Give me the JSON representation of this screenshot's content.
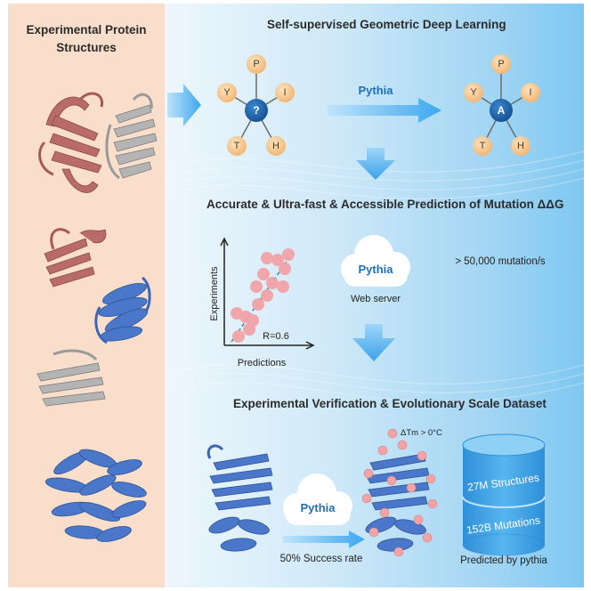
{
  "left": {
    "title": "Experimental Protein Structures"
  },
  "section1": {
    "title": "Self-supervised Geometric Deep Learning",
    "arrow_label": "Pythia",
    "graph_in": {
      "center": "?",
      "nodes": [
        "P",
        "Y",
        "I",
        "T",
        "H"
      ]
    },
    "graph_out": {
      "center": "A",
      "nodes": [
        "P",
        "Y",
        "I",
        "T",
        "H"
      ]
    }
  },
  "section2": {
    "title": "Accurate & Ultra-fast & Accessible Prediction of Mutation ΔΔG",
    "ylabel": "Experiments",
    "xlabel": "Predictions",
    "r_label": "R=0.6",
    "cloud_label": "Pythia",
    "cloud_caption": "Web server",
    "speed": "> 50,000 mutation/s"
  },
  "section3": {
    "title": "Experimental Verification & Evolutionary Scale Dataset",
    "cloud_label": "Pythia",
    "success": "50% Success rate",
    "legend": "ΔTm > 0°C",
    "db_top": "27M Structures",
    "db_bottom": "152B Mutations",
    "db_caption": "Predicted by pythia"
  },
  "colors": {
    "left_bg": "#f9dfcb",
    "brown_protein": "#b86b68",
    "gray_protein": "#a8a8a8",
    "blue_protein": "#4a77c9",
    "arrow_blue": "#5ab6ee",
    "node_orange": "#f6c68d",
    "node_blue": "#1f63a8",
    "db_blue": "#3aa6ea",
    "dot_pink": "#f2a3a6"
  }
}
